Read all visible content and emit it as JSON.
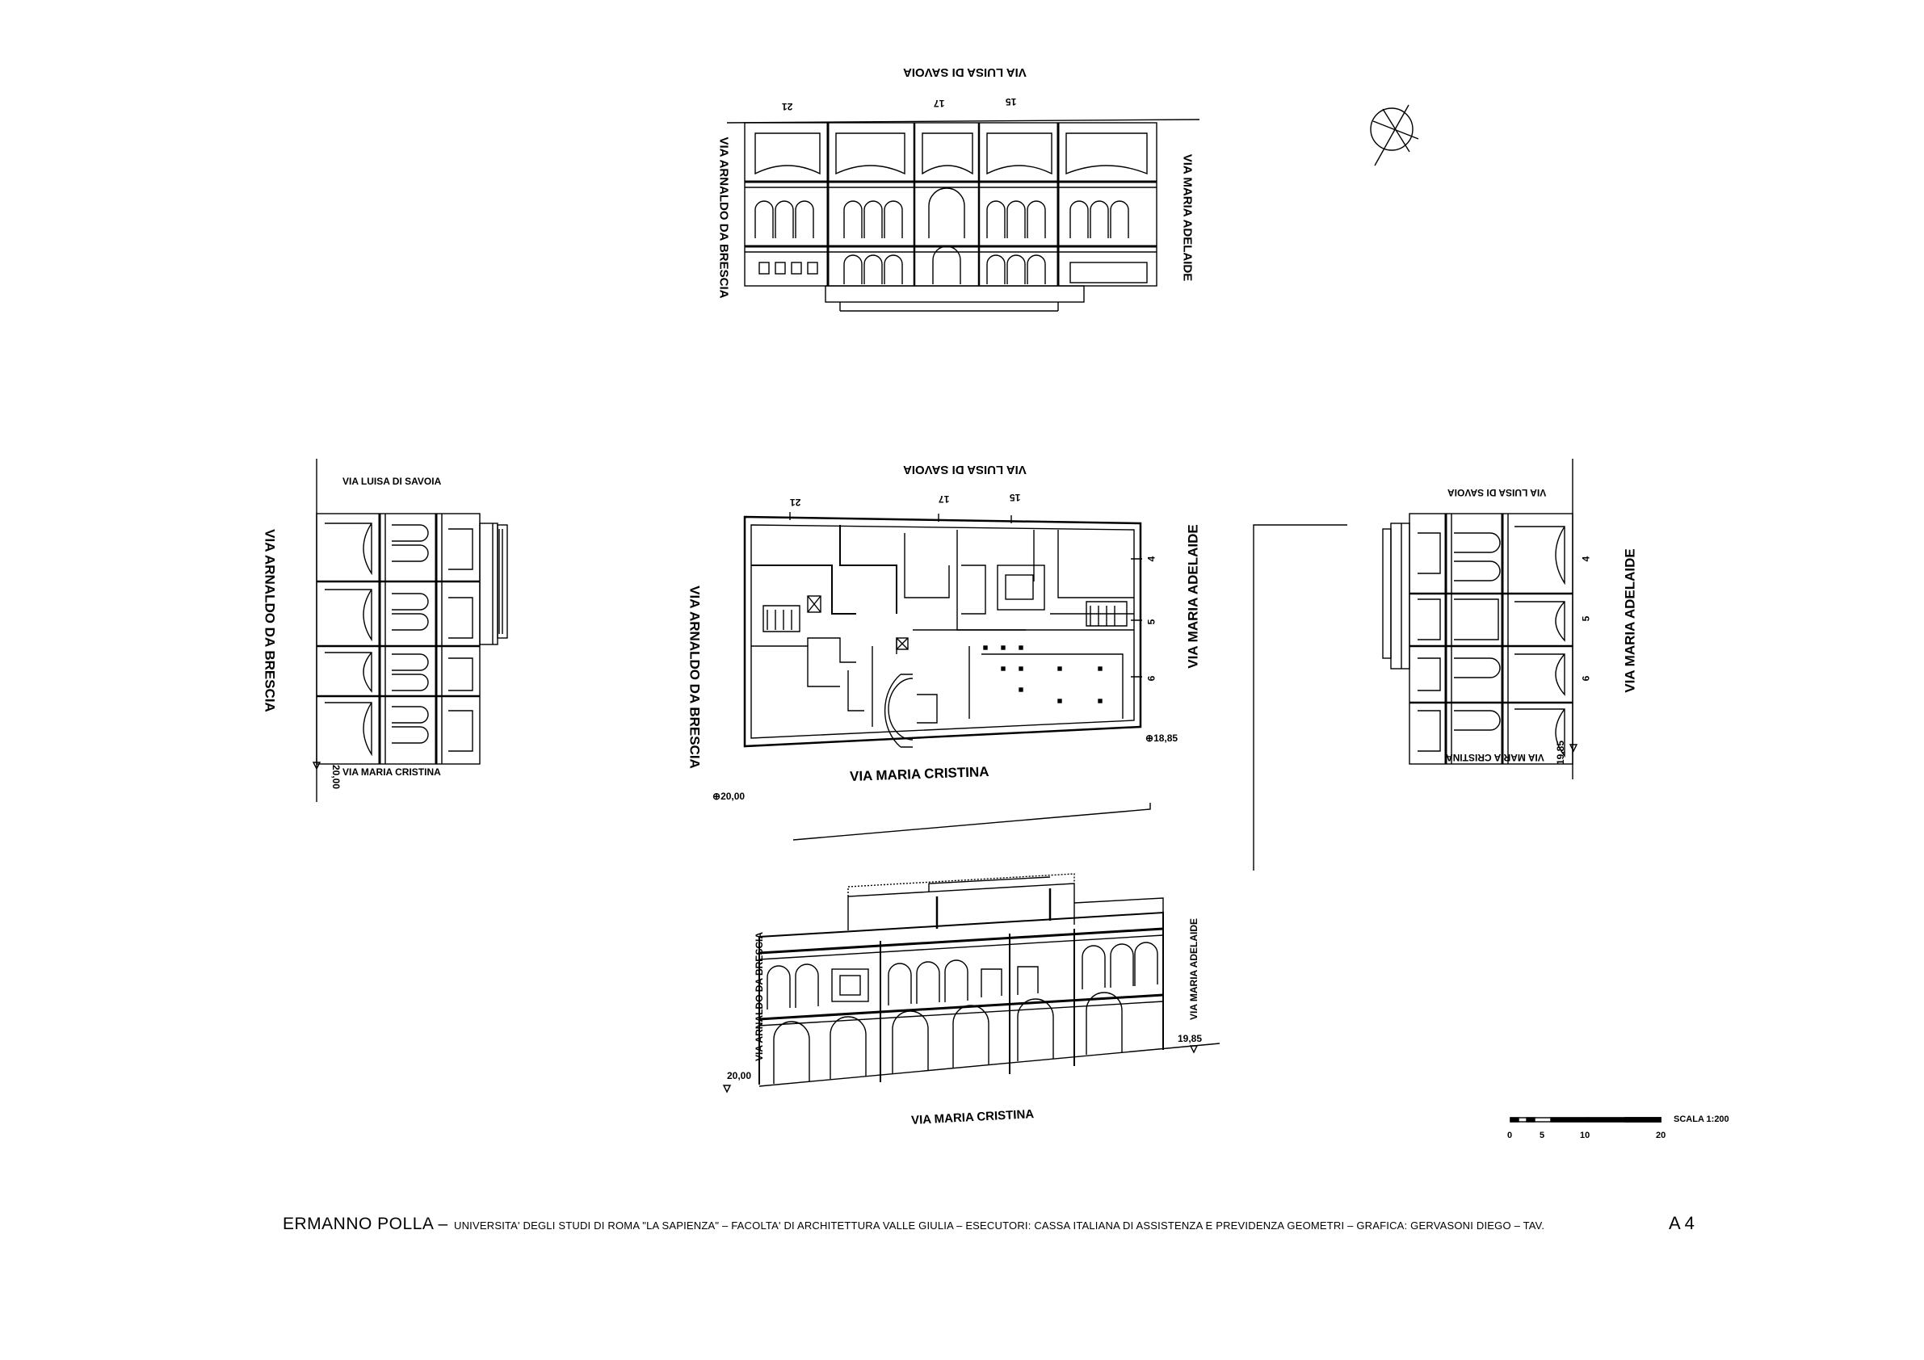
{
  "streets": {
    "luisa_savoia": "VIA LUISA DI SAVOIA",
    "arnaldo_brescia": "VIA ARNALDO DA BRESCIA",
    "maria_adelaide": "VIA MARIA ADELAIDE",
    "maria_cristina": "VIA MARIA CRISTINA"
  },
  "house_numbers": {
    "n21": "21",
    "n17": "17",
    "n15": "15",
    "n4": "4",
    "n5": "5",
    "n6": "6"
  },
  "levels": {
    "l2000": "20,00",
    "l1885": "18,85",
    "l1985": "19,85"
  },
  "scale": {
    "title": "SCALA 1:200",
    "ticks": [
      "0",
      "5",
      "10",
      "20"
    ]
  },
  "footer": {
    "author": "ERMANNO POLLA –",
    "description": "UNIVERSITA' DEGLI STUDI DI ROMA  \"LA SAPIENZA\" – FACOLTA' DI ARCHITETTURA VALLE GIULIA – ESECUTORI: CASSA ITALIANA DI ASSISTENZA E PREVIDENZA GEOMETRI – GRAFICA: GERVASONI DIEGO – TAV.",
    "table_number": "A 4"
  }
}
